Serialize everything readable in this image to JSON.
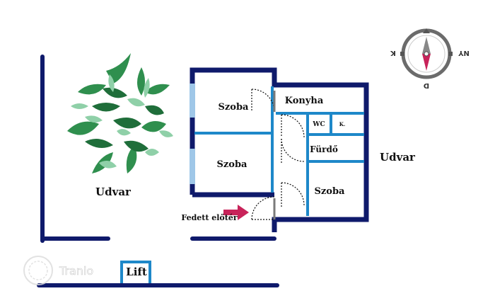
{
  "rooms": {
    "yard_left": "Udvar",
    "yard_right": "Udvar",
    "room_top": "Szoba",
    "room_middle": "Szoba",
    "kitchen": "Konyha",
    "wc": "WC",
    "k_small": "K.",
    "bathroom": "Fürdő",
    "room_right": "Szoba",
    "covered_hall": "Fedett előtér",
    "lift": "Lift"
  },
  "compass": {
    "east": "K",
    "west": "NY",
    "south": "D"
  },
  "watermark": "Tranio",
  "colors": {
    "outer_wall": "#0f1a6b",
    "inner_wall": "#1e88c9",
    "window": "#9fc7e8",
    "door_panel": "#7a7a7a",
    "arrow": "#c8235a",
    "compass_ring": "#555555",
    "compass_north": "#c8235a"
  }
}
